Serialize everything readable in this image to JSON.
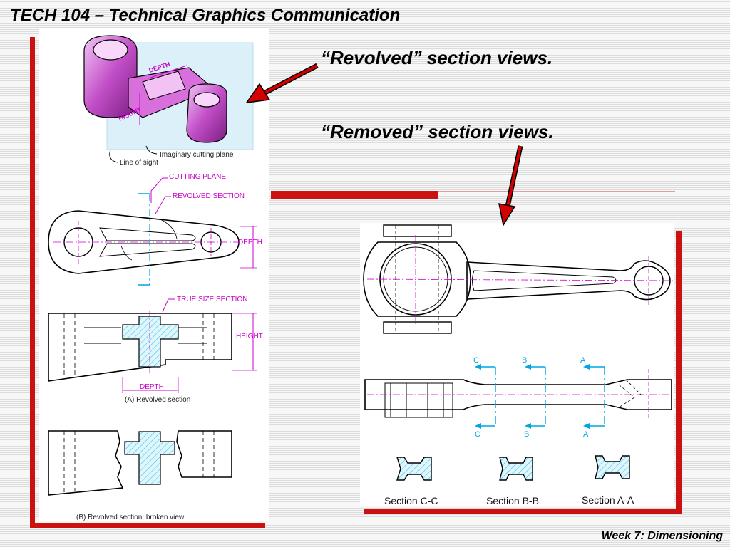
{
  "slide": {
    "title": "TECH 104 – Technical Graphics Communication",
    "footer": "Week 7: Dimensioning",
    "callouts": {
      "revolved": "“Revolved” section views.",
      "removed": "“Removed” section views."
    }
  },
  "left_figure": {
    "iso_labels": {
      "depth": "DEPTH",
      "height": "HEIGHT"
    },
    "imaginary_cutting_plane": "Imaginary cutting plane",
    "line_of_sight": "Line of sight",
    "cutting_plane": "CUTTING PLANE",
    "revolved_section": "REVOLVED SECTION",
    "depth": "DEPTH",
    "true_size_section": "TRUE SIZE SECTION",
    "height": "HEIGHT",
    "depth_bottom": "DEPTH",
    "caption_a": "(A) Revolved section",
    "caption_b": "(B) Revolved section; broken view"
  },
  "right_figure": {
    "cut_labels": [
      "C",
      "B",
      "A"
    ],
    "sections": [
      "Section C-C",
      "Section B-B",
      "Section A-A"
    ]
  },
  "colors": {
    "accent_red": "#cc1111",
    "dimension_magenta": "#cc00cc",
    "cutting_cyan": "#00a6e0",
    "hatch_cyan": "#3fc3e8",
    "iso_purple": "#c24fc8"
  }
}
